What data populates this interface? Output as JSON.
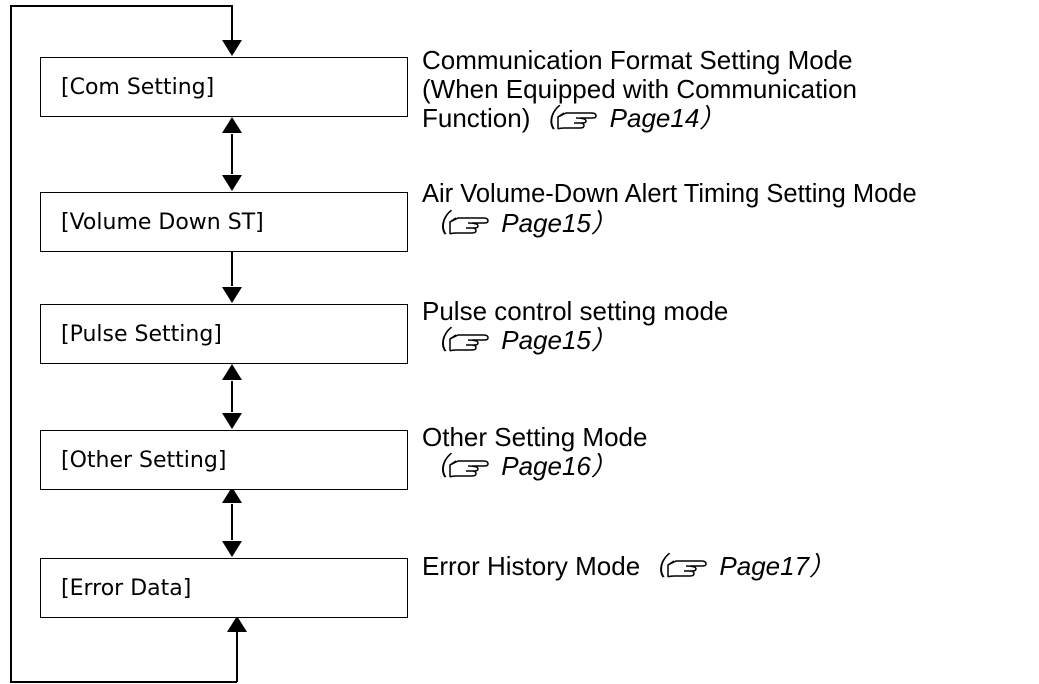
{
  "modes": [
    {
      "box_label": "[Com Setting]",
      "desc_lines": [
        "Communication Format Setting Mode",
        "(When Equipped with Communication",
        "Function)"
      ],
      "ref_icon": "pointing-hand-icon",
      "page_ref": "Page14）",
      "ref_prefix": "（"
    },
    {
      "box_label": "[Volume Down ST]",
      "desc_lines": [
        "Air Volume-Down Alert Timing Setting Mode"
      ],
      "ref_icon": "pointing-hand-icon",
      "page_ref": "Page15）",
      "ref_prefix": "（"
    },
    {
      "box_label": "[Pulse Setting]",
      "desc_lines": [
        "Pulse control setting mode"
      ],
      "ref_icon": "pointing-hand-icon",
      "page_ref": "Page15）",
      "ref_prefix": "（"
    },
    {
      "box_label": "[Other Setting]",
      "desc_lines": [
        "Other Setting Mode"
      ],
      "ref_icon": "pointing-hand-icon",
      "page_ref": "Page16）",
      "ref_prefix": "（"
    },
    {
      "box_label": "[Error Data]",
      "desc_lines": [
        "Error History Mode"
      ],
      "ref_icon": "pointing-hand-icon",
      "page_ref": "Page17）",
      "ref_prefix": "（"
    }
  ]
}
